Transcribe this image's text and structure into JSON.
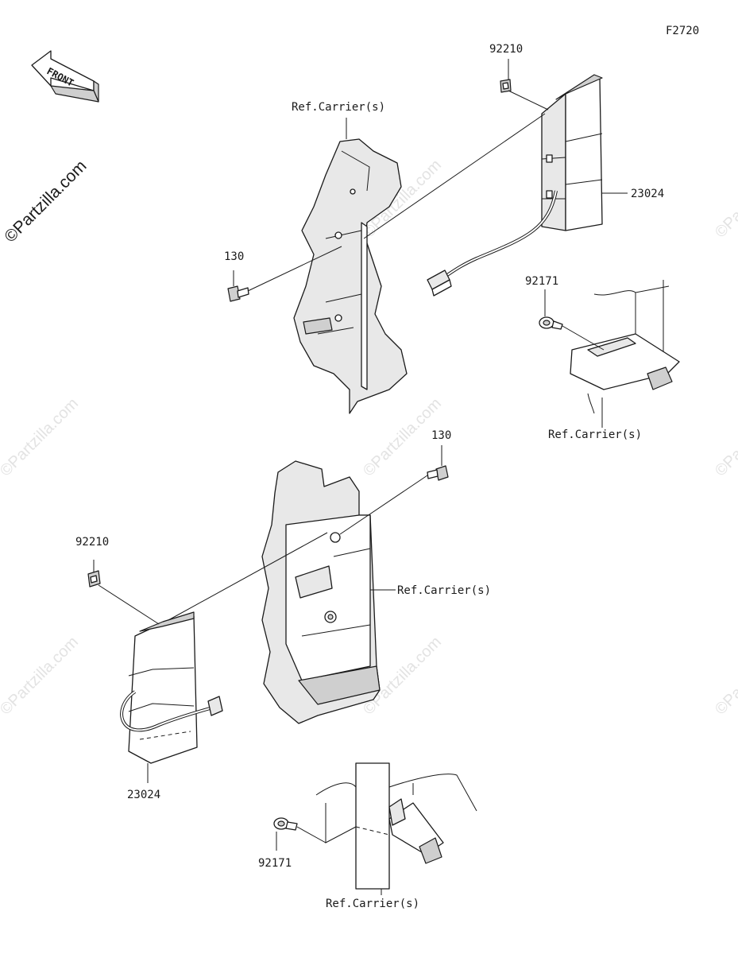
{
  "diagram_code": "F2720",
  "front_arrow": {
    "text": "FRONT"
  },
  "watermark": {
    "main_text": "©Partzilla.com",
    "repeat_text": "©Partzilla.com"
  },
  "callouts": {
    "top_nut": "92210",
    "top_reflector": "23024",
    "top_bolt": "130",
    "top_clip": "92171",
    "top_carrier": "Ref.Carrier(s)",
    "top_carrier_right": "Ref.Carrier(s)",
    "mid_bolt": "130",
    "mid_carrier": "Ref.Carrier(s)",
    "bottom_nut": "92210",
    "bottom_reflector": "23024",
    "bottom_clip": "92171",
    "bottom_carrier": "Ref.Carrier(s)"
  }
}
